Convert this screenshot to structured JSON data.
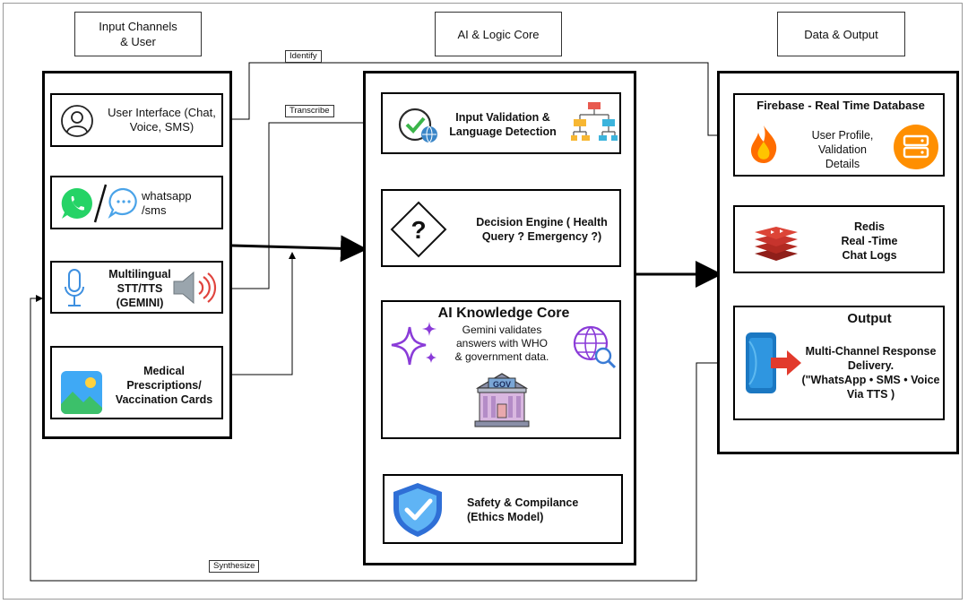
{
  "headers": {
    "input": "Input Channels\n& User",
    "core": "AI & Logic Core",
    "output": "Data & Output"
  },
  "link_labels": {
    "identify": "Identify",
    "transcribe": "Transcribe",
    "synthesize": "Synthesize"
  },
  "input_nodes": {
    "ui": "User Interface (Chat,\nVoice, SMS)",
    "whatsapp": "whatsapp\n/sms",
    "stt": "Multilingual\nSTT/TTS\n(GEMINI)",
    "medical": "Medical\nPrescriptions/\nVaccination Cards"
  },
  "core_nodes": {
    "validation": "Input Validation &\nLanguage Detection",
    "decision": "Decision Engine ( Health\nQuery ? Emergency ?)",
    "knowledge_title": "AI Knowledge Core",
    "knowledge_desc": "Gemini validates\nanswers with WHO\n& government data.",
    "gov_sign": "GOV",
    "safety": "Safety & Compilance\n(Ethics Model)"
  },
  "output_nodes": {
    "firebase_title": "Firebase - Real Time Database",
    "firebase_desc": "User Profile,\nValidation\nDetails",
    "redis": "Redis\nReal -Time\nChat Logs",
    "output_title": "Output",
    "output_desc": "Multi-Channel Response\nDelivery.\n(\"WhatsApp • SMS • Voice\nVia TTS )"
  },
  "icons": {
    "ui": "user-icon",
    "whatsapp": "whatsapp-icon",
    "sms": "sms-bubble-icon",
    "mic": "microphone-icon",
    "speaker": "speaker-icon",
    "image": "image-icon",
    "validation": "check-globe-icon",
    "tree": "hierarchy-icon",
    "question": "question-diamond-icon",
    "sparkle": "sparkles-icon",
    "web_search": "globe-search-icon",
    "gov": "government-building-icon",
    "shield": "shield-check-icon",
    "firebase": "firebase-flame-icon",
    "database": "database-server-icon",
    "redis": "redis-icon",
    "phone": "phone-arrow-icon"
  },
  "colors": {
    "whatsapp": "#25d366",
    "sms": "#4aa3e8",
    "speaker_wave": "#e0443e",
    "firebase": "#ff6d00",
    "database": "#ff8f00",
    "redis": "#c7342d",
    "shield": "#2f6fd6",
    "sparkle": "#8a3bd8",
    "phone": "#1b78c2",
    "arrow": "#e23a2c"
  }
}
